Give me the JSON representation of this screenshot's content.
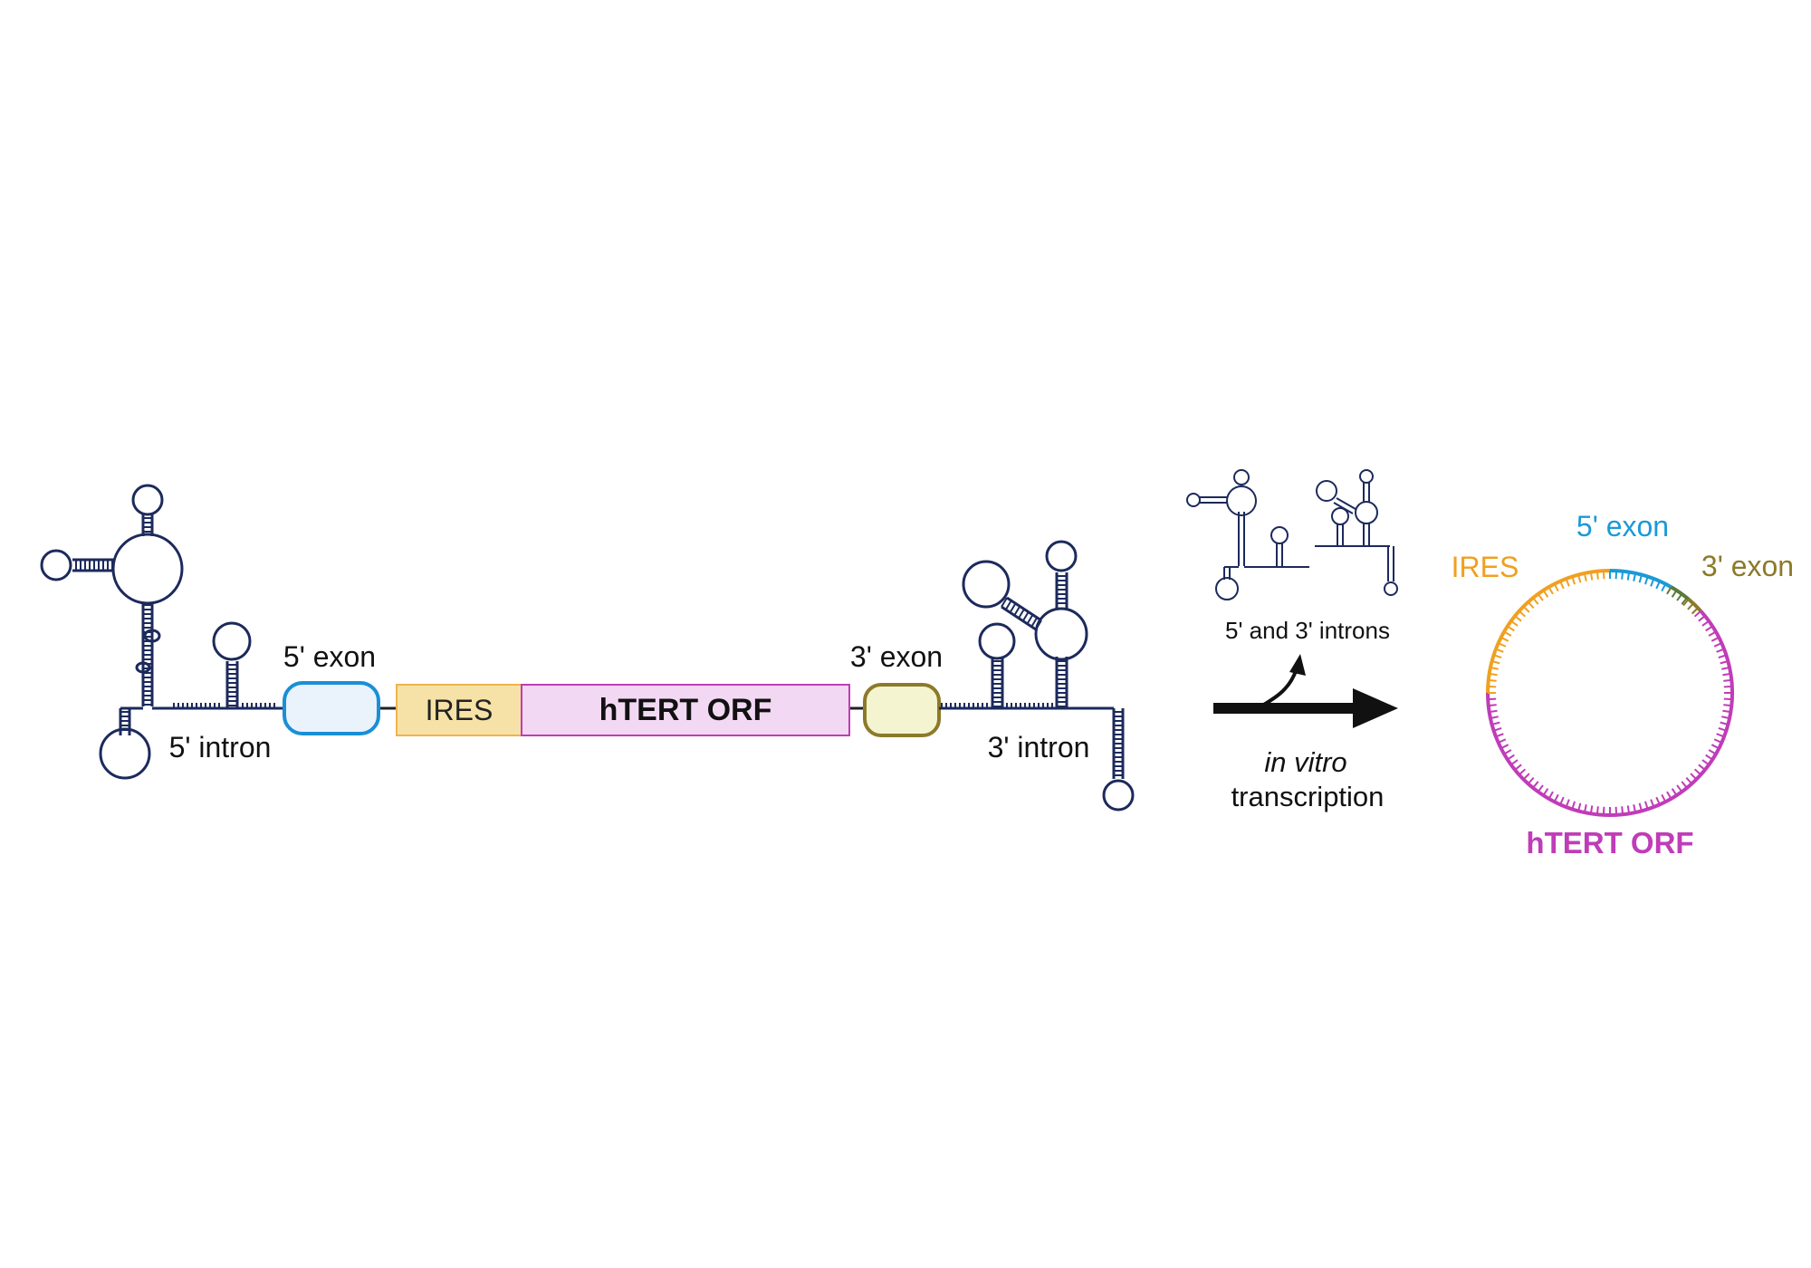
{
  "construct": {
    "intron5_label": "5' intron",
    "exon5_label": "5' exon",
    "ires_label": "IRES",
    "orf_label": "hTERT ORF",
    "exon3_label": "3' exon",
    "intron3_label": "3' intron"
  },
  "process": {
    "released_label": "5' and 3' introns",
    "step_label_italic": "in vitro",
    "step_label": "transcription"
  },
  "circle": {
    "ires_label": "IRES",
    "exon5_label": "5' exon",
    "exon3_label": "3' exon",
    "orf_label": "hTERT ORF"
  },
  "colors": {
    "rna_structure": "#1c2a5c",
    "exon5_stroke": "#1a8fd6",
    "exon5_fill": "#eaf3fb",
    "ires_stroke": "#f0b34a",
    "ires_fill": "#f6e2a6",
    "orf_stroke": "#c03cb8",
    "orf_fill": "#f3d8f3",
    "exon3_stroke": "#8c7a2a",
    "exon3_fill": "#f4f4d0",
    "label_ires": "#f0a020",
    "label_exon5": "#1a9ad6",
    "label_exon3": "#8c7a2a",
    "label_orf": "#c03cb8",
    "arrow": "#111111"
  }
}
